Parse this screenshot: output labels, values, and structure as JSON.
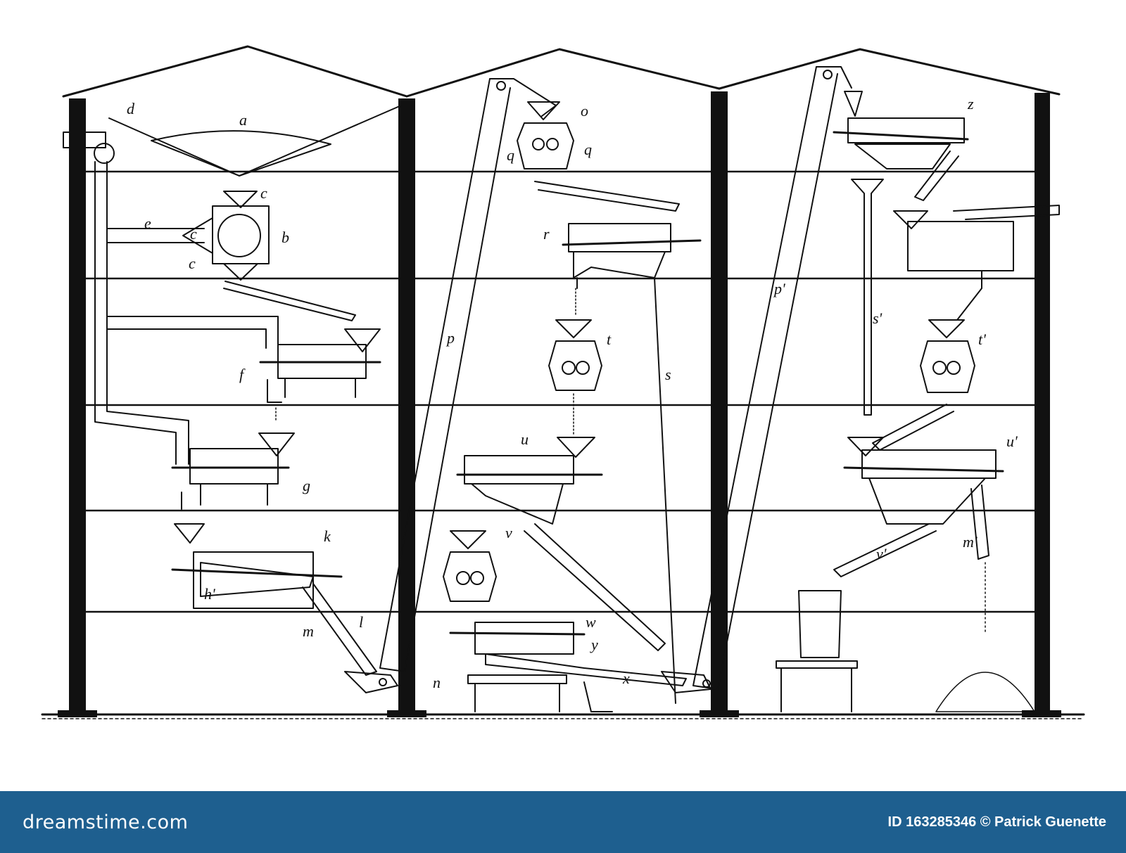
{
  "labels": {
    "a": "a",
    "b": "b",
    "c": "c",
    "d": "d",
    "e": "e",
    "f": "f",
    "g": "g",
    "h": "h'",
    "k": "k",
    "l": "l",
    "m": "m",
    "n": "n",
    "o": "o",
    "p": "p",
    "p2": "p'",
    "q": "q",
    "r": "r",
    "s": "s",
    "s2": "s'",
    "t": "t",
    "t2": "t'",
    "u": "u",
    "u2": "u'",
    "v": "v",
    "v2": "v'",
    "m2": "m'",
    "w": "w",
    "x": "x",
    "y": "y",
    "z": "z"
  },
  "footer": {
    "brand": "dreamstime.com",
    "credit": "ID 163285346 © Patrick Guenette"
  },
  "colors": {
    "footer_bg": "#1e5f8f",
    "ink": "#111111"
  }
}
